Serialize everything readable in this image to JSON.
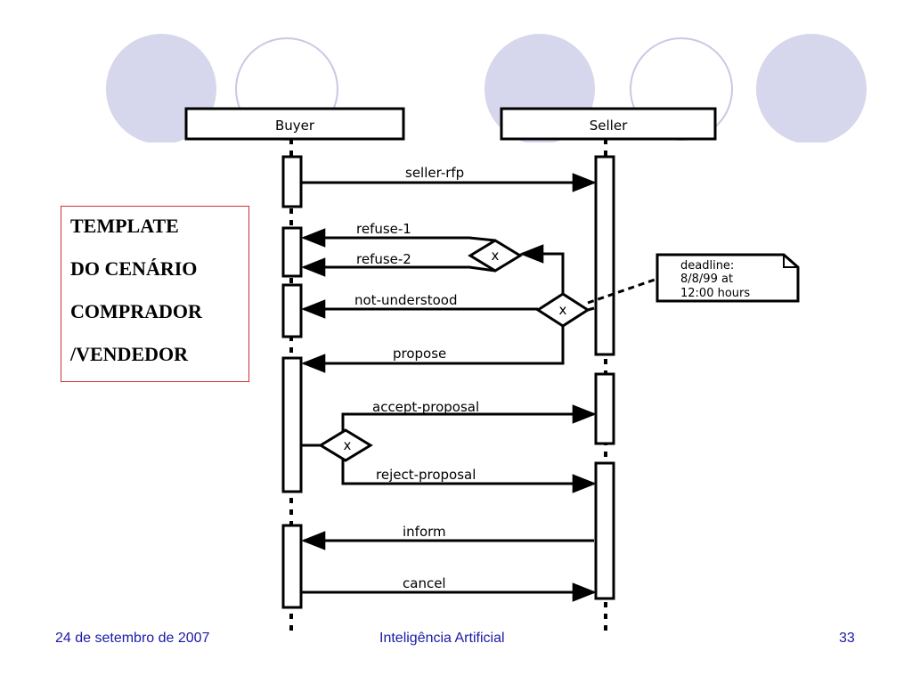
{
  "diagram": {
    "lifelines": {
      "buyer": "Buyer",
      "seller": "Seller"
    },
    "messages": {
      "seller_rfp": "seller-rfp",
      "refuse_1": "refuse-1",
      "refuse_2": "refuse-2",
      "not_understood": "not-understood",
      "propose": "propose",
      "accept_proposal": "accept-proposal",
      "reject_proposal": "reject-proposal",
      "inform": "inform",
      "cancel": "cancel"
    },
    "decision_symbol": "x",
    "note": {
      "line1": "deadline:",
      "line2": "8/8/99 at",
      "line3": "12:00 hours"
    }
  },
  "title_box": {
    "line1": "TEMPLATE",
    "line2": "DO CENÁRIO",
    "line3": "COMPRADOR",
    "line4": "/VENDEDOR"
  },
  "footer": {
    "date": "24 de setembro de 2007",
    "course": "Inteligência Artificial",
    "page": "33"
  },
  "colors": {
    "circle_fill": "#d6d6ec",
    "circle_outline": "#c8c8e4",
    "footer_text": "#1a1aa6",
    "title_border": "#cc3333"
  }
}
